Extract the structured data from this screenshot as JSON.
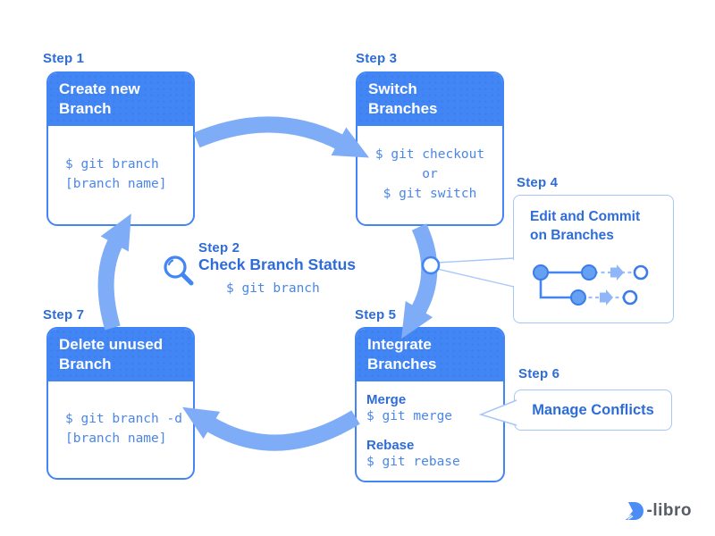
{
  "colors": {
    "primary_blue": "#4285F4",
    "arrow_blue": "#7EACF7",
    "label_blue": "#2E6CD8",
    "code_blue": "#4A87E8",
    "light_border_blue": "#A8C6F8",
    "logo_gray": "#575C66",
    "background": "#ffffff"
  },
  "steps": [
    {
      "label": "Step 1",
      "title": "Create new\nBranch",
      "code": "$ git branch\n[branch name]"
    },
    {
      "label": "Step 2",
      "title": "Check Branch Status",
      "code": "$ git branch",
      "icon": "magnifier-icon"
    },
    {
      "label": "Step 3",
      "title": "Switch\nBranches",
      "code": "$ git checkout\nor\n$ git switch"
    },
    {
      "label": "Step 4",
      "title": "Edit and Commit\non Branches",
      "icon": "git-graph-icon"
    },
    {
      "label": "Step 5",
      "title": "Integrate\nBranches",
      "items": [
        {
          "name": "Merge",
          "code": "$ git merge"
        },
        {
          "name": "Rebase",
          "code": "$ git rebase"
        }
      ]
    },
    {
      "label": "Step 6",
      "title": "Manage Conflicts"
    },
    {
      "label": "Step 7",
      "title": "Delete unused\nBranch",
      "code": "$ git branch -d\n[branch name]"
    }
  ],
  "logo": {
    "text": "-libro"
  }
}
